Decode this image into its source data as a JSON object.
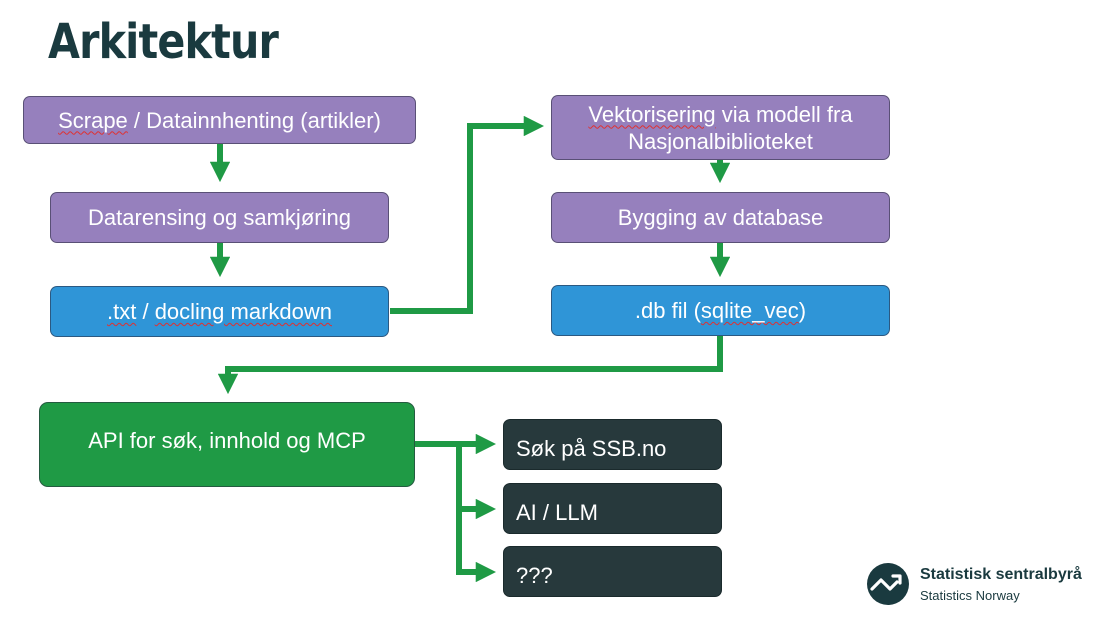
{
  "title": "Arkitektur",
  "boxes": {
    "scrape": {
      "w1": "Scrape",
      "rest": " / Datainnhenting (artikler)"
    },
    "datarensing": "Datarensing og samkjøring",
    "txt": {
      "w1": ".txt",
      "sep": " / ",
      "w2": "docling markdown"
    },
    "vektor": {
      "w1": "Vektorisering",
      "line1_rest": " via modell fra",
      "line2": "Nasjonalbiblioteket"
    },
    "bygging": "Bygging av database",
    "db": {
      "pre": ".db fil (",
      "w1": "sqlite_vec",
      "post": ")"
    },
    "api": "API for søk, innhold og MCP",
    "sok": "Søk på SSB.no",
    "ai": "AI / LLM",
    "unknown": "???"
  },
  "logo": {
    "name": "Statistisk sentralbyrå",
    "subtitle": "Statistics Norway"
  },
  "colors": {
    "purple": "#9680bd",
    "blue": "#2f95d7",
    "green": "#1f9a45",
    "dark": "#27393c",
    "arrow": "#1f9a45",
    "title": "#1a3a3f"
  }
}
